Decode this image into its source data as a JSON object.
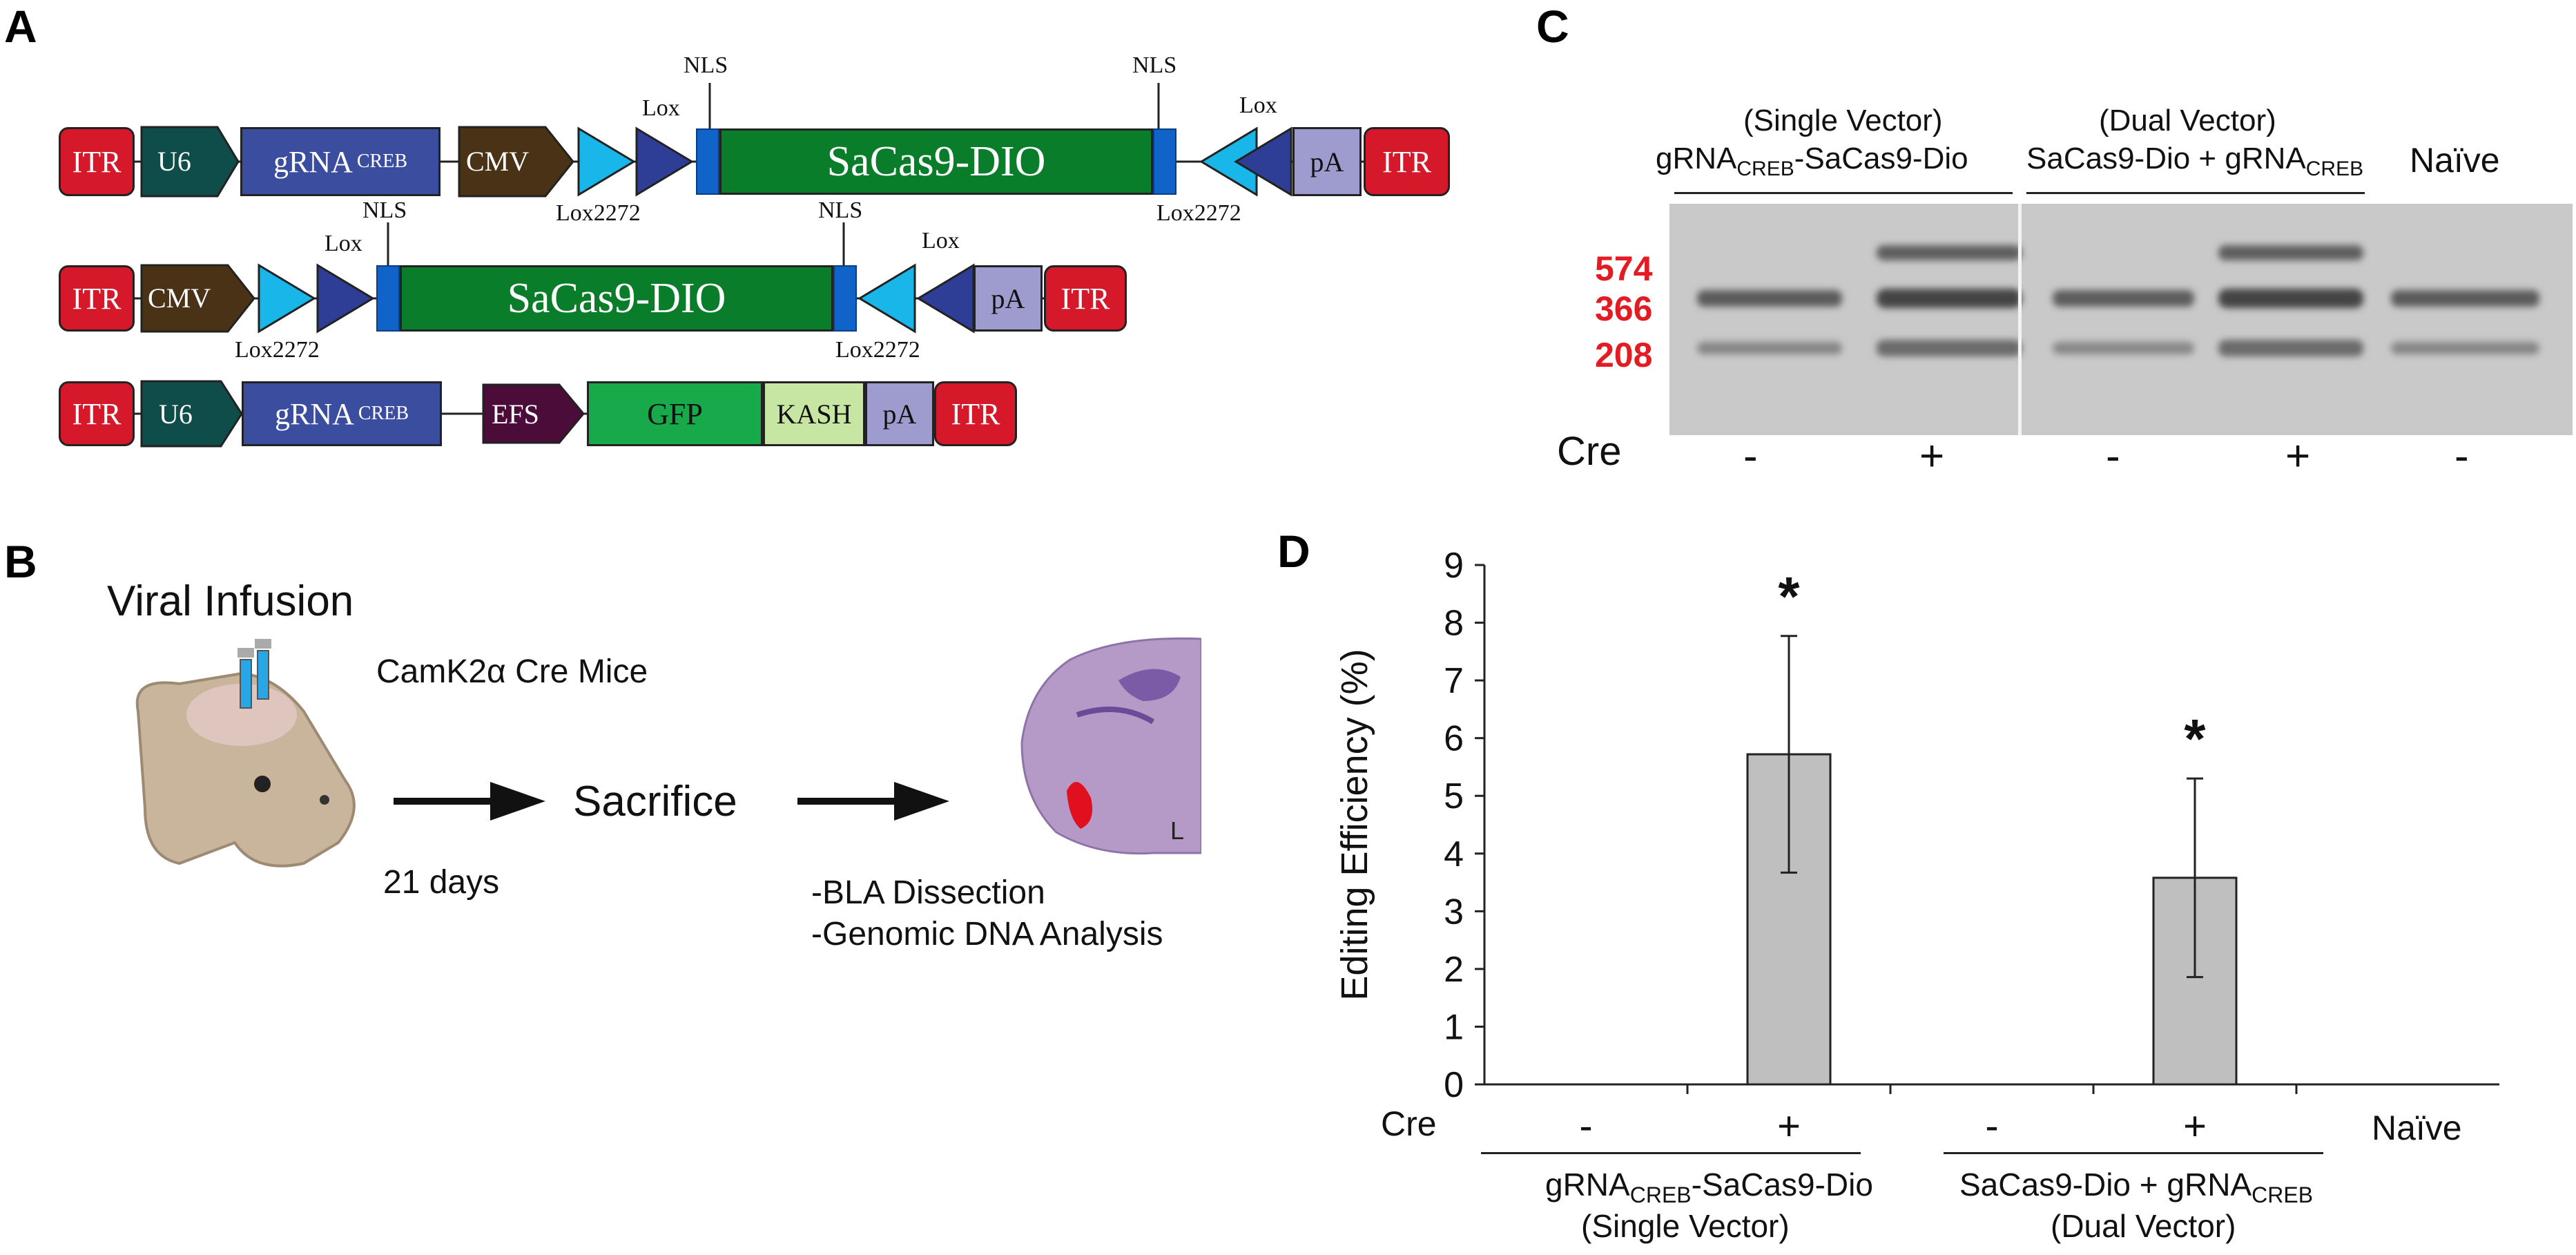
{
  "panels": {
    "a": "A",
    "b": "B",
    "c": "C",
    "d": "D"
  },
  "construct": {
    "itr": "ITR",
    "u6": "U6",
    "grna": "gRNA",
    "grna_sub": "CREB",
    "cmv": "CMV",
    "efs": "EFS",
    "sacas9": "SaCas9-DIO",
    "pa": "pA",
    "gfp": "GFP",
    "kash": "KASH",
    "nls": "NLS",
    "lox": "Lox",
    "lox2272": "Lox2272"
  },
  "panel_b": {
    "title": "Viral Infusion",
    "mice": "CamK2α Cre Mice",
    "days": "21 days",
    "sacrifice": "Sacrifice",
    "step1": "-BLA Dissection",
    "step2": "-Genomic DNA Analysis",
    "brain_mark": "L"
  },
  "panel_c": {
    "single_title": "(Single Vector)",
    "single_name_pre": "gRNA",
    "single_name_sub": "CREB",
    "single_name_post": "-SaCas9-Dio",
    "dual_title": "(Dual Vector)",
    "dual_name_pre": "SaCas9-Dio + gRNA",
    "dual_name_sub": "CREB",
    "naive": "Naïve",
    "band_574": "574",
    "band_366": "366",
    "band_208": "208",
    "cre_label": "Cre",
    "lanes": [
      "-",
      "+",
      "-",
      "+",
      "-"
    ]
  },
  "chart_data": {
    "type": "bar",
    "ylabel": "Editing Efficiency (%)",
    "ylim": [
      0,
      9
    ],
    "yticks": [
      "0",
      "1",
      "2",
      "3",
      "4",
      "5",
      "6",
      "7",
      "8",
      "9"
    ],
    "categories": [
      "-",
      "+",
      "-",
      "+"
    ],
    "values": [
      0,
      5.72,
      0,
      3.58
    ],
    "errors": [
      0,
      2.05,
      0,
      1.72
    ],
    "significance": [
      "",
      "*",
      "",
      "*"
    ],
    "cre_label": "Cre",
    "naive": "Naïve",
    "group1_pre": "gRNA",
    "group1_sub": "CREB",
    "group1_post": "-SaCas9-Dio",
    "group1_title": "(Single Vector)",
    "group2_pre": "SaCas9-Dio + gRNA",
    "group2_sub": "CREB",
    "group2_title": "(Dual Vector)",
    "grid": false,
    "bar_color": "#bfbfbf"
  }
}
